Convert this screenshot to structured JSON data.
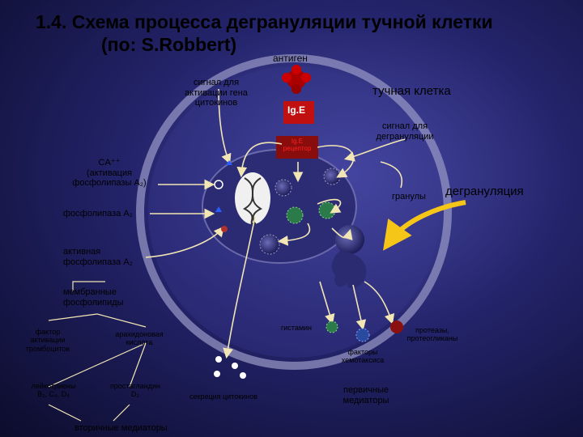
{
  "title": {
    "line1": "1.4. Схема процесса дегрануляции тучной клетки",
    "line2": "(по: S.Robbert)"
  },
  "labels": {
    "antigen": "антиген",
    "signal_gene": "сигнал для\nактивации гена\nцитокинов",
    "mast_cell": "тучная клетка",
    "ige": "Ig.E",
    "ige_receptor": "Ig.E\nрецептор",
    "signal_degranulation": "сигнал для\nдегрануляции",
    "ca": "CA⁺⁺\n(активация\nфосфолипазы A₂)",
    "granules": "гранулы",
    "degranulation": "дегрануляция",
    "phospholipase": "фосфолипаза A₂",
    "active_phospholipase": "активная\nфосфолипаза A₂",
    "membrane_phospholipids": "мембранные\nфосфолипиды",
    "paf": "фактор\nактивации\nтромбоцитов",
    "arachidonic": "арахидоновая\nкислота",
    "histamine": "гистамин",
    "proteases": "протеазы,\nпротеогликаны",
    "chemotaxis": "факторы\nхемотаксиса",
    "leukotrienes": "лейкотриены\nB₂, C₄, D₄",
    "prostaglandin": "простагландин\nD₂",
    "cytokine_secretion": "секреция цитокинов",
    "primary_mediators": "первичные\nмедиаторы",
    "secondary_mediators": "вторичные медиаторы"
  },
  "colors": {
    "ige_box": "#c01010",
    "receptor_box": "#8a0d0d",
    "cell_ring": "#9a9ac8",
    "nucleus": "#2b2b72",
    "arrow": "#f2e6b4",
    "degranulation_arrow": "#f5c518"
  }
}
